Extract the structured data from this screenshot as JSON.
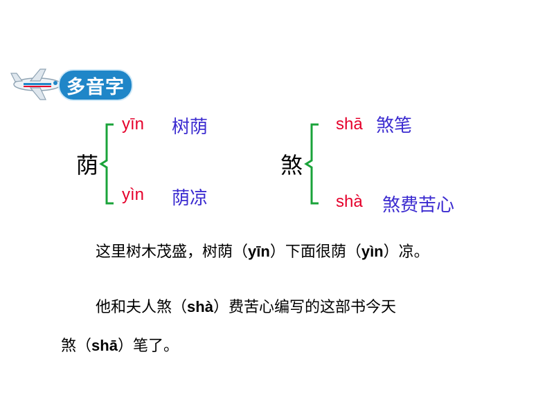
{
  "header": {
    "title": "多音字",
    "icon": "airplane-icon"
  },
  "entries": [
    {
      "char": "荫",
      "readings": [
        {
          "pinyin": "yīn",
          "word": "树荫"
        },
        {
          "pinyin": "yìn",
          "word": "荫凉"
        }
      ]
    },
    {
      "char": "煞",
      "readings": [
        {
          "pinyin": "shā",
          "word": "煞笔"
        },
        {
          "pinyin": "shà",
          "word": "煞费苦心"
        }
      ]
    }
  ],
  "sentences": {
    "s1": {
      "a": "这里树木茂盛，树荫（",
      "p1": "yīn",
      "b": "）下面很荫（",
      "p2": "yìn",
      "c": "）凉。"
    },
    "s2": {
      "a": "他和夫人煞（",
      "p1": "shà",
      "b": "）费苦心编写的这部书今天"
    },
    "s3": {
      "a": "煞（",
      "p1": "shā",
      "b": "）笔了。"
    }
  },
  "colors": {
    "pinyin": "#e5002b",
    "word": "#3b2bd0",
    "brace": "#1aa33a",
    "badge": "#1f86c8"
  }
}
